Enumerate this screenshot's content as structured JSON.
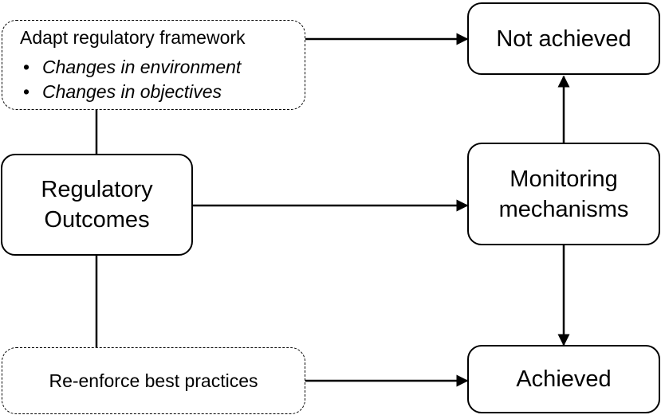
{
  "nodes": {
    "adapt": {
      "title": "Adapt regulatory framework",
      "bullets": [
        "Changes in environment",
        "Changes in objectives"
      ]
    },
    "not_achieved": "Not achieved",
    "regulatory_outcomes": [
      "Regulatory",
      "Outcomes"
    ],
    "monitoring": [
      "Monitoring",
      "mechanisms"
    ],
    "reenforce": "Re-enforce best practices",
    "achieved": "Achieved"
  }
}
